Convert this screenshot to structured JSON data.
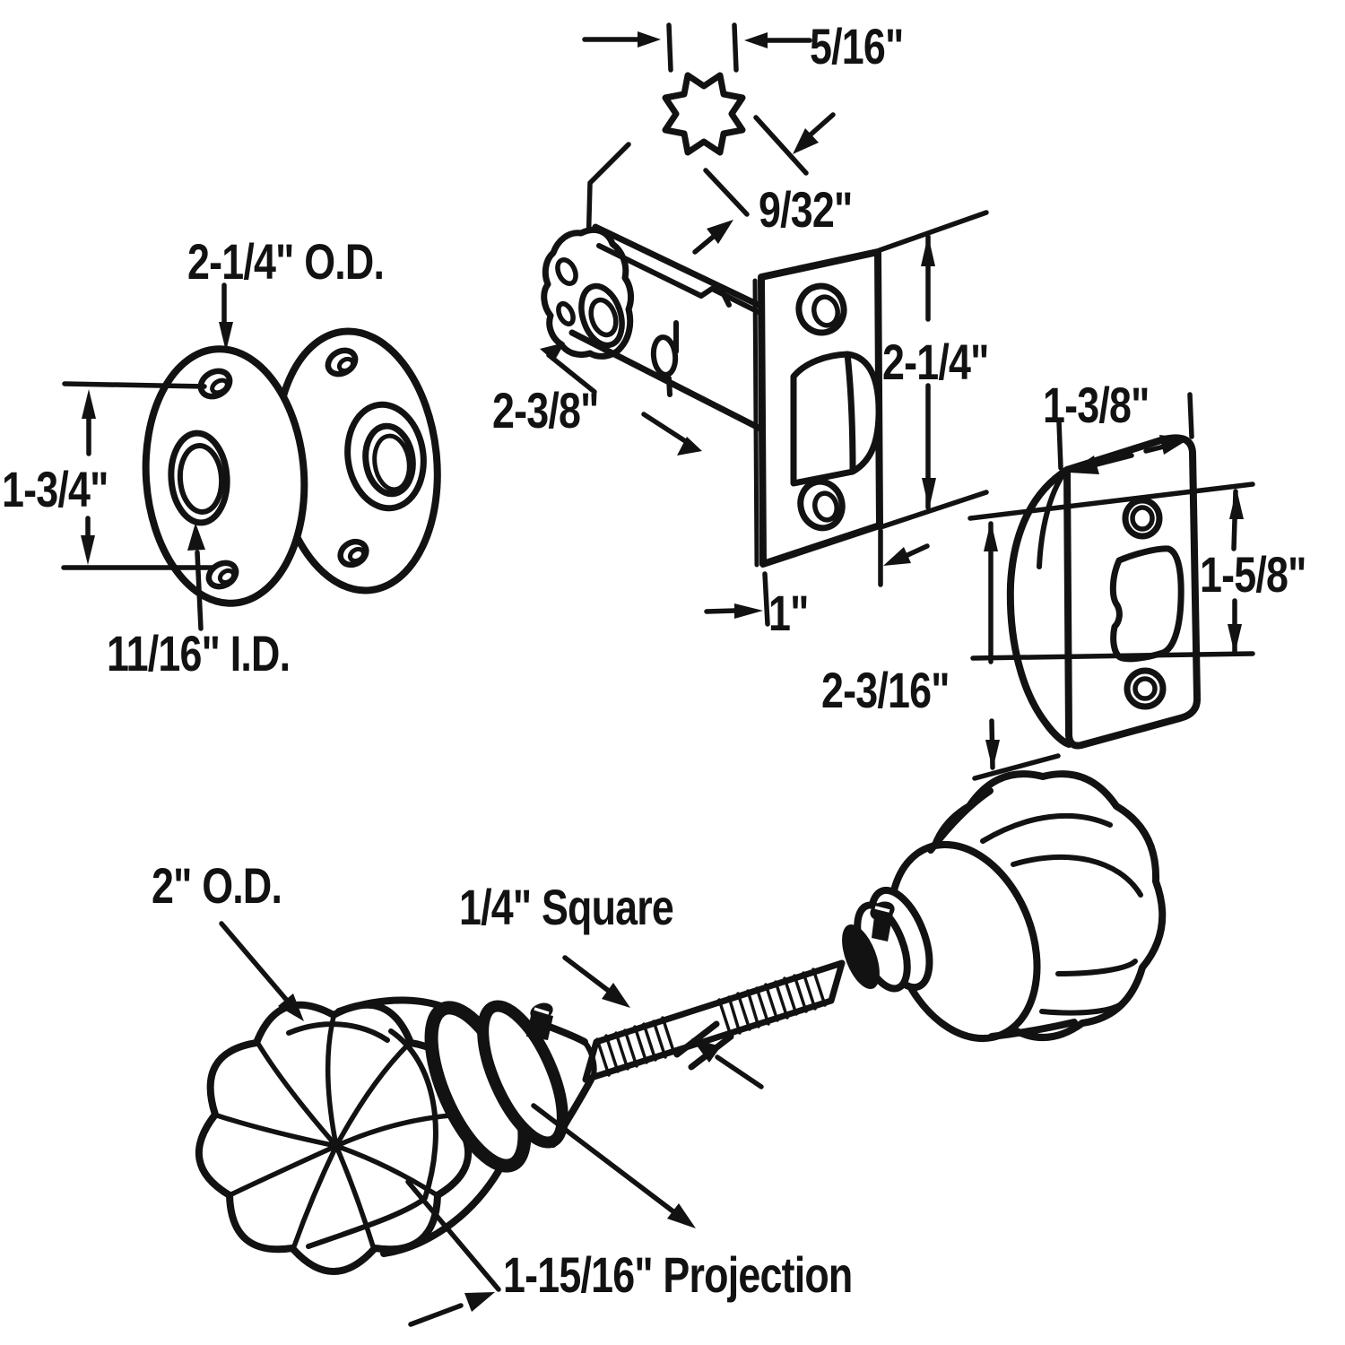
{
  "diagram": {
    "type": "technical-line-drawing",
    "subject": "Exploded dimensioned diagram of an interior door knob set: square spindle cross-section, tubular latch with faceplate, rosette pair, strike plate, and two fluted knobs on a threaded square spindle",
    "colors": {
      "line": "#121212",
      "background": "#ffffff"
    },
    "parts": [
      {
        "name": "spindle-hole-cross-section",
        "shape": "8-point star"
      },
      {
        "name": "tubular-latch-assembly"
      },
      {
        "name": "faceplate"
      },
      {
        "name": "rosette-pair"
      },
      {
        "name": "strike-plate"
      },
      {
        "name": "knob-and-spindle-assembly"
      }
    ]
  },
  "labels": {
    "spindle_width": "5/16\"",
    "spindle_point": "9/32\"",
    "latch_length": "2-3/8\"",
    "faceplate_height": "2-1/4\"",
    "faceplate_width": "1\"",
    "rosette_od": "2-1/4\" O.D.",
    "rosette_screw_spacing": "1-3/4\"",
    "rosette_id": "11/16\" I.D.",
    "strike_width": "1-3/8\"",
    "strike_face_height": "1-5/8\"",
    "strike_height": "2-3/16\"",
    "knob_od": "2\" O.D.",
    "spindle_square": "1/4\" Square",
    "knob_projection": "1-15/16\" Projection"
  }
}
